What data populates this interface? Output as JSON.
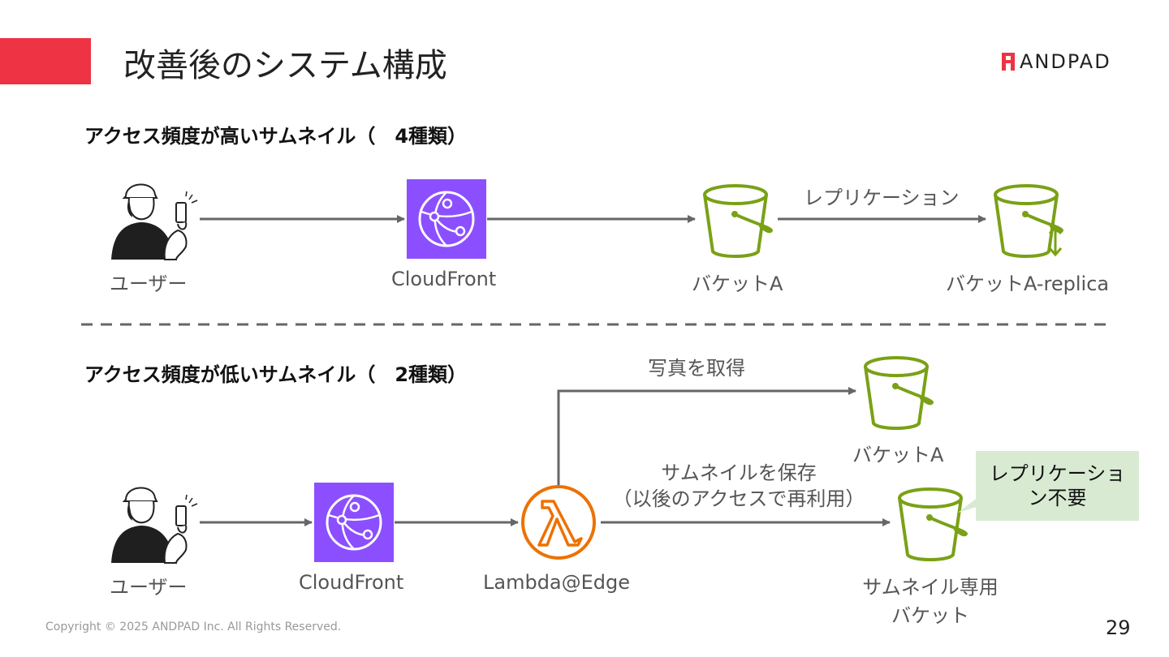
{
  "slide": {
    "title": "改善後のシステム構成",
    "logo_text": "ANDPAD",
    "footer": "Copyright © 2025 ANDPAD Inc. All Rights Reserved.",
    "page_number": "29",
    "accent_color": "#ee3344"
  },
  "section_high": {
    "title": "アクセス頻度が高いサムネイル（　4種類）",
    "user_label": "ユーザー",
    "cloudfront_label": "CloudFront",
    "bucket_label": "バケットA",
    "replica_label": "バケットA-replica",
    "replication_label": "レプリケーション"
  },
  "section_low": {
    "title": "アクセス頻度が低いサムネイル（　2種類）",
    "user_label": "ユーザー",
    "cloudfront_label": "CloudFront",
    "lambda_label": "Lambda@Edge",
    "bucket_label": "バケットA",
    "thumb_bucket_label_line1": "サムネイル専用",
    "thumb_bucket_label_line2": "バケット",
    "fetch_label": "写真を取得",
    "save_label_line1": "サムネイルを保存",
    "save_label_line2": "（以後のアクセスで再利用）",
    "note_line1": "レプリケーショ",
    "note_line2": "ン不要"
  },
  "colors": {
    "cloudfront": "#8c4fff",
    "s3": "#7aa116",
    "lambda": "#ed7100",
    "arrow": "#666666",
    "note_bg": "#d9ead3"
  },
  "icons": [
    "user-with-phone-icon",
    "cloudfront-icon",
    "s3-bucket-icon",
    "lambda-icon"
  ]
}
